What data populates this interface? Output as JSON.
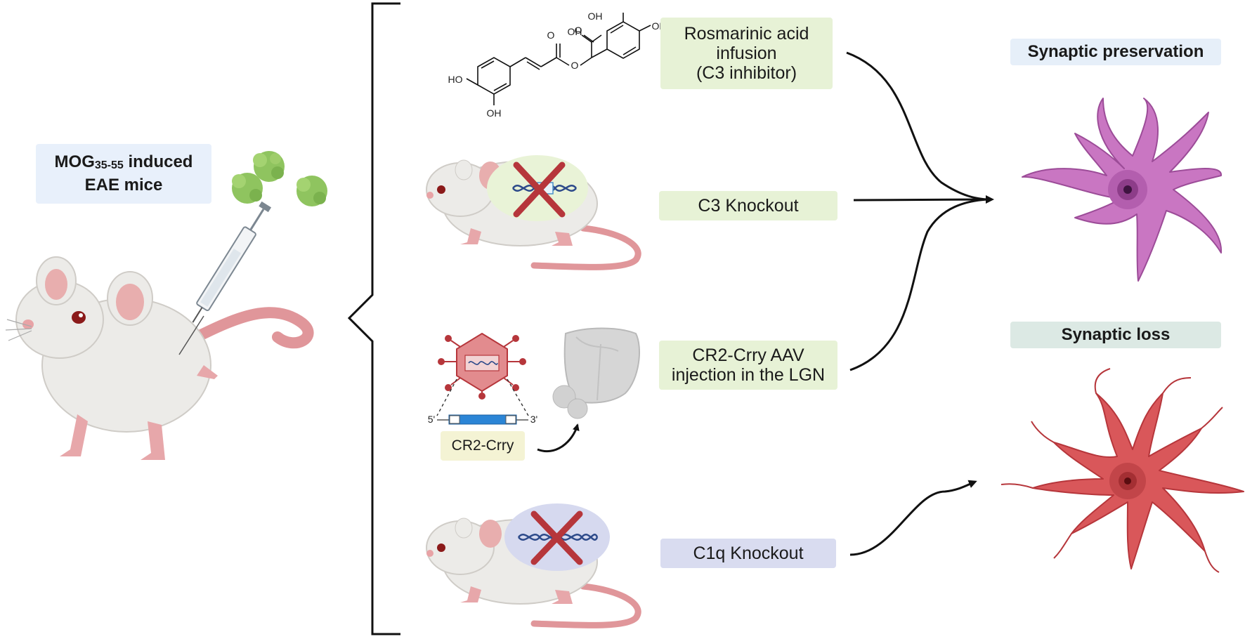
{
  "model": {
    "title_main": "MOG",
    "title_sub": "35-55",
    "title_rest": " induced",
    "title_line2": "EAE mice"
  },
  "interventions": {
    "rosmarinic": {
      "line1": "Rosmarinic acid",
      "line2": "infusion",
      "line3": "(C3 inhibitor)"
    },
    "c3_knockout": "C3 Knockout",
    "cr2_aav": {
      "line1": "CR2-Crry AAV",
      "line2": "injection in the LGN"
    },
    "cr2_crry_tag": "CR2-Crry",
    "c1q_knockout": "C1q Knockout"
  },
  "chemical": {
    "oh_top_left": "OH",
    "oh_top_right": "OH",
    "cooh": "OH",
    "o_carbonyl": "O",
    "o_ester": "O",
    "carbonyl_o2": "O",
    "ho_left": "HO",
    "oh_bottom": "OH"
  },
  "plasmid": {
    "five_prime": "5'",
    "three_prime": "3'"
  },
  "outcomes": {
    "preservation": "Synaptic preservation",
    "loss": "Synaptic loss"
  },
  "colors": {
    "green_label": "#e7f2d6",
    "purple_label": "#d9dcf0",
    "neuron_preserved": "#c976c2",
    "neuron_lost": "#d9575a",
    "mouse_body": "#ecebe8",
    "mouse_tail": "#e0969a"
  }
}
